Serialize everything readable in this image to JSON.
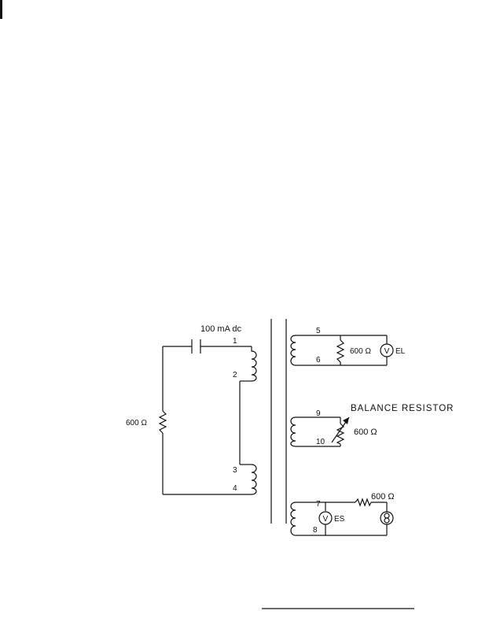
{
  "diagram": {
    "primary": {
      "current_label": "100  mA  dc",
      "load_label": "600 Ω",
      "terminals": [
        "1",
        "2",
        "3",
        "4"
      ]
    },
    "winding_a": {
      "terminals": [
        "5",
        "6"
      ],
      "load_label": "600 Ω",
      "meter_symbol": "V",
      "meter_label": "EL"
    },
    "winding_b": {
      "title": "BALANCE  RESISTOR",
      "terminals": [
        "9",
        "10"
      ],
      "resistor_label": "600 Ω"
    },
    "winding_c": {
      "terminals": [
        "7",
        "8"
      ],
      "resistor_label": "600 Ω",
      "meter_symbol": "V",
      "meter_label": "ES"
    }
  }
}
